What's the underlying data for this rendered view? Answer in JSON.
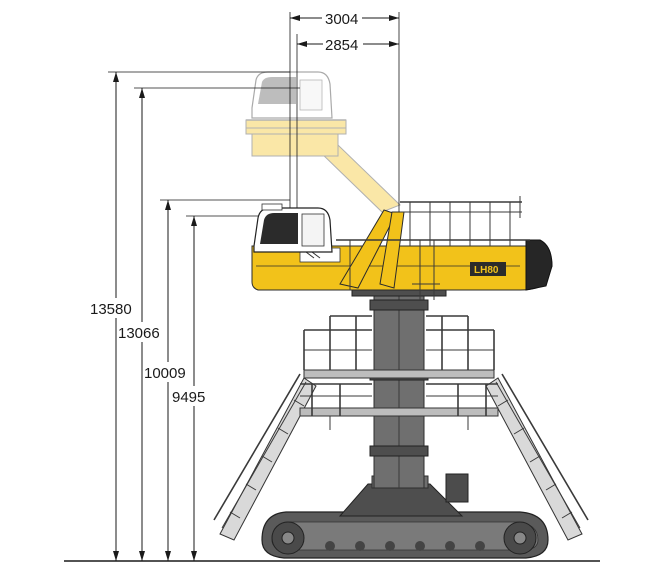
{
  "dimensions": {
    "top_width_outer": "3004",
    "top_width_inner": "2854",
    "height_cab_raised_eye": "13580",
    "height_cab_raised_floor": "13066",
    "height_cab_lowered_eye": "10009",
    "height_cab_lowered_floor": "9495"
  },
  "machine": {
    "model_badge": "LH80"
  },
  "colors": {
    "machine_yellow": "#f2c21a",
    "undercarriage_grey": "#6f6f6f",
    "line": "#1a1a1a"
  }
}
